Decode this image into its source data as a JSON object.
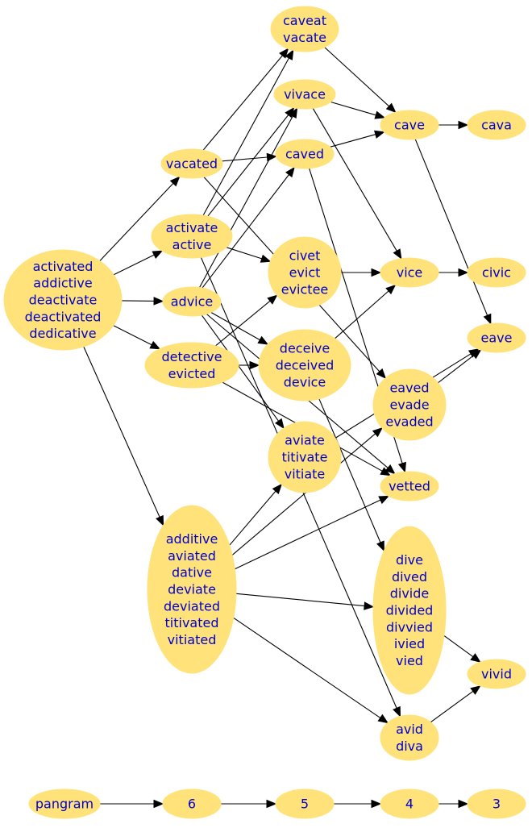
{
  "nodes": [
    {
      "id": "activated",
      "lines": [
        "activated",
        "addictive",
        "deactivate",
        "deactivated",
        "dedicative"
      ]
    },
    {
      "id": "vacated",
      "lines": [
        "vacated"
      ]
    },
    {
      "id": "activate",
      "lines": [
        "activate",
        "active"
      ]
    },
    {
      "id": "advice",
      "lines": [
        "advice"
      ]
    },
    {
      "id": "detective",
      "lines": [
        "detective",
        "evicted"
      ]
    },
    {
      "id": "additive",
      "lines": [
        "additive",
        "aviated",
        "dative",
        "deviate",
        "deviated",
        "titivated",
        "vitiated"
      ]
    },
    {
      "id": "caveat",
      "lines": [
        "caveat",
        "vacate"
      ]
    },
    {
      "id": "vivace",
      "lines": [
        "vivace"
      ]
    },
    {
      "id": "caved",
      "lines": [
        "caved"
      ]
    },
    {
      "id": "civet",
      "lines": [
        "civet",
        "evict",
        "evictee"
      ]
    },
    {
      "id": "deceive",
      "lines": [
        "deceive",
        "deceived",
        "device"
      ]
    },
    {
      "id": "aviate",
      "lines": [
        "aviate",
        "titivate",
        "vitiate"
      ]
    },
    {
      "id": "cave",
      "lines": [
        "cave"
      ]
    },
    {
      "id": "cava",
      "lines": [
        "cava"
      ]
    },
    {
      "id": "vice",
      "lines": [
        "vice"
      ]
    },
    {
      "id": "civic",
      "lines": [
        "civic"
      ]
    },
    {
      "id": "eave",
      "lines": [
        "eave"
      ]
    },
    {
      "id": "eaved",
      "lines": [
        "eaved",
        "evade",
        "evaded"
      ]
    },
    {
      "id": "vetted",
      "lines": [
        "vetted"
      ]
    },
    {
      "id": "dive",
      "lines": [
        "dive",
        "dived",
        "divide",
        "divided",
        "divvied",
        "ivied",
        "vied"
      ]
    },
    {
      "id": "vivid",
      "lines": [
        "vivid"
      ]
    },
    {
      "id": "avid",
      "lines": [
        "avid",
        "diva"
      ]
    },
    {
      "id": "pangram",
      "lines": [
        "pangram"
      ]
    },
    {
      "id": "n6",
      "lines": [
        "6"
      ]
    },
    {
      "id": "n5",
      "lines": [
        "5"
      ]
    },
    {
      "id": "n4",
      "lines": [
        "4"
      ]
    },
    {
      "id": "n3",
      "lines": [
        "3"
      ]
    }
  ],
  "edges": [
    [
      "activated",
      "vacated"
    ],
    [
      "activated",
      "activate"
    ],
    [
      "activated",
      "advice"
    ],
    [
      "activated",
      "detective"
    ],
    [
      "activated",
      "additive"
    ],
    [
      "vacated",
      "caveat"
    ],
    [
      "vacated",
      "caved"
    ],
    [
      "vacated",
      "eaved"
    ],
    [
      "activate",
      "caveat"
    ],
    [
      "activate",
      "vivace"
    ],
    [
      "activate",
      "civet"
    ],
    [
      "activate",
      "avid"
    ],
    [
      "advice",
      "vivace"
    ],
    [
      "advice",
      "caved"
    ],
    [
      "advice",
      "deceive"
    ],
    [
      "advice",
      "aviate"
    ],
    [
      "advice",
      "vetted"
    ],
    [
      "detective",
      "civet"
    ],
    [
      "detective",
      "deceive"
    ],
    [
      "detective",
      "vetted"
    ],
    [
      "additive",
      "aviate"
    ],
    [
      "additive",
      "eaved"
    ],
    [
      "additive",
      "vetted"
    ],
    [
      "additive",
      "dive"
    ],
    [
      "additive",
      "avid"
    ],
    [
      "caveat",
      "cave"
    ],
    [
      "vivace",
      "cave"
    ],
    [
      "vivace",
      "vice"
    ],
    [
      "caved",
      "cave"
    ],
    [
      "caved",
      "vetted"
    ],
    [
      "civet",
      "vice"
    ],
    [
      "deceive",
      "vice"
    ],
    [
      "deceive",
      "dive"
    ],
    [
      "aviate",
      "eave"
    ],
    [
      "cave",
      "cava"
    ],
    [
      "cave",
      "eave"
    ],
    [
      "vice",
      "civic"
    ],
    [
      "eaved",
      "eave"
    ],
    [
      "dive",
      "vivid"
    ],
    [
      "avid",
      "vivid"
    ],
    [
      "pangram",
      "n6"
    ],
    [
      "n6",
      "n5"
    ],
    [
      "n5",
      "n4"
    ],
    [
      "n4",
      "n3"
    ]
  ],
  "colors": {
    "node_fill": "#ffe27a",
    "label": "#0000cc",
    "edge": "#000000"
  }
}
